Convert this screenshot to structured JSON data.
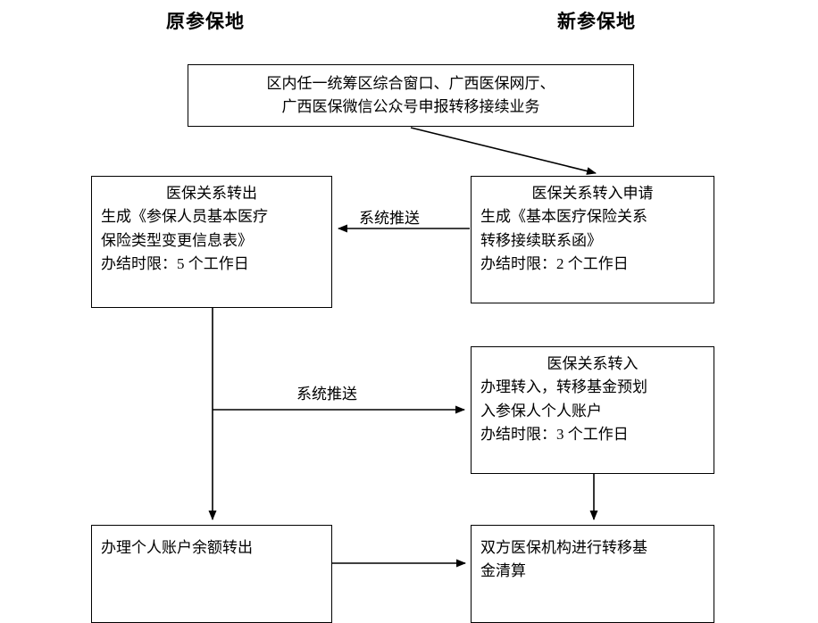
{
  "diagram": {
    "title_columns": {
      "origin": "原参保地",
      "new": "新参保地"
    },
    "nodes": {
      "entry": {
        "id": "entry",
        "lines": [
          "区内任一统筹区综合窗口、广西医保网厅、",
          "广西医保微信公众号申报转移接续业务"
        ]
      },
      "transfer_out": {
        "id": "transfer-out",
        "lines": [
          "医保关系转出",
          "生成《参保人员基本医疗",
          "保险类型变更信息表》",
          "办结时限：5 个工作日"
        ],
        "deadline_days": 5
      },
      "transfer_in_apply": {
        "id": "transfer-in-apply",
        "lines": [
          "医保关系转入申请",
          "生成《基本医疗保险关系",
          "转移接续联系函》",
          "办结时限：2 个工作日"
        ],
        "deadline_days": 2
      },
      "transfer_in": {
        "id": "transfer-in",
        "lines": [
          "医保关系转入",
          "办理转入，转移基金预划",
          "入参保人个人账户",
          "办结时限：3 个工作日"
        ],
        "deadline_days": 3
      },
      "account_out": {
        "id": "account-out",
        "lines": [
          "办理个人账户余额转出"
        ]
      },
      "settlement": {
        "id": "settlement",
        "lines": [
          "双方医保机构进行转移基",
          "金清算"
        ]
      }
    },
    "edge_labels": {
      "push_1": "系统推送",
      "push_2": "系统推送"
    },
    "colors": {
      "line": "#000000",
      "box_border": "#000000",
      "background": "#ffffff",
      "text": "#000000"
    }
  }
}
